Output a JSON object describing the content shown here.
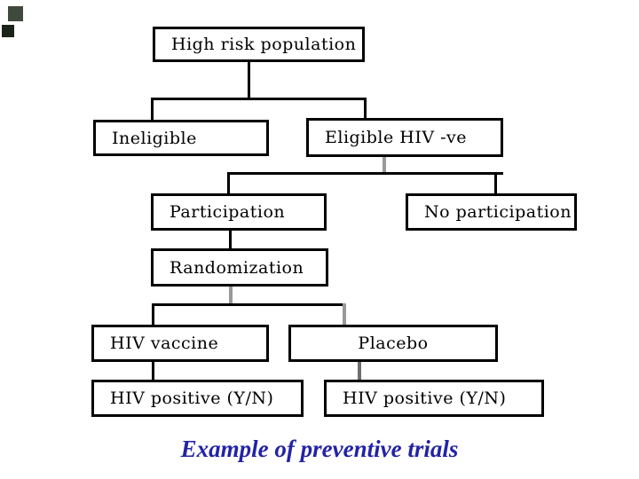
{
  "slide": {
    "background_color": "#ffffff",
    "caption": {
      "text": "Example of preventive trials",
      "color": "#2323A6"
    }
  },
  "decorations": [
    {
      "name": "corner-square-top",
      "color": "#404a3c"
    },
    {
      "name": "corner-square-bottom",
      "color": "#1a2418"
    }
  ],
  "flowchart": {
    "line_colors": {
      "primary": "#000000",
      "secondary": "#999999"
    },
    "nodes": {
      "high_risk": {
        "label": "High risk population"
      },
      "ineligible": {
        "label": "Ineligible"
      },
      "eligible": {
        "label": "Eligible HIV -ve"
      },
      "participation": {
        "label": "Participation"
      },
      "no_participation": {
        "label": "No participation"
      },
      "randomization": {
        "label": "Randomization"
      },
      "hiv_vaccine": {
        "label": "HIV vaccine"
      },
      "placebo": {
        "label": "Placebo"
      },
      "hiv_positive_left": {
        "label": "HIV positive (Y/N)"
      },
      "hiv_positive_right": {
        "label": "HIV positive (Y/N)"
      }
    },
    "edges": [
      {
        "from": "high_risk",
        "to": "ineligible"
      },
      {
        "from": "high_risk",
        "to": "eligible"
      },
      {
        "from": "eligible",
        "to": "participation"
      },
      {
        "from": "eligible",
        "to": "no_participation"
      },
      {
        "from": "participation",
        "to": "randomization"
      },
      {
        "from": "randomization",
        "to": "hiv_vaccine"
      },
      {
        "from": "randomization",
        "to": "placebo"
      },
      {
        "from": "hiv_vaccine",
        "to": "hiv_positive_left"
      },
      {
        "from": "placebo",
        "to": "hiv_positive_right"
      }
    ]
  }
}
